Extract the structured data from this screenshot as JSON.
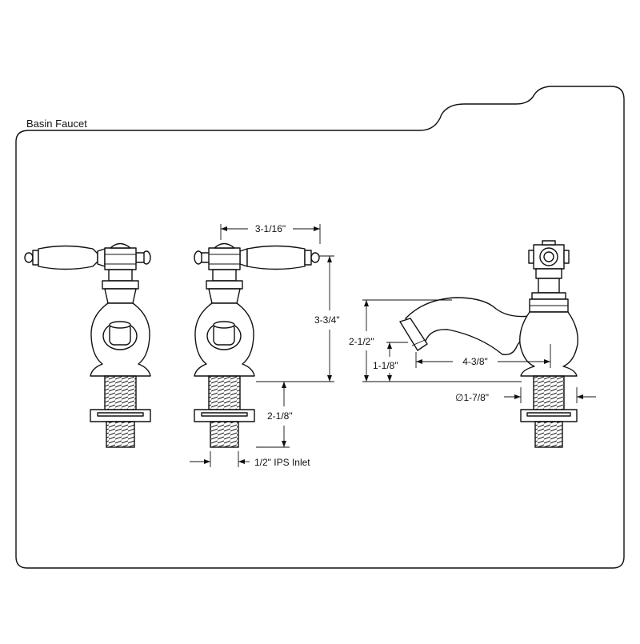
{
  "panel": {
    "title": "Basin Faucet"
  },
  "dimensions": {
    "handle_width": "3-1/16\"",
    "overall_height": "3-3/4\"",
    "shank_length": "2-1/8\"",
    "inlet": "1/2\" IPS Inlet",
    "spout_height": "2-1/2\"",
    "spout_clearance": "1-1/8\"",
    "spout_reach": "4-3/8\"",
    "base_diameter": "∅1-7/8\""
  }
}
